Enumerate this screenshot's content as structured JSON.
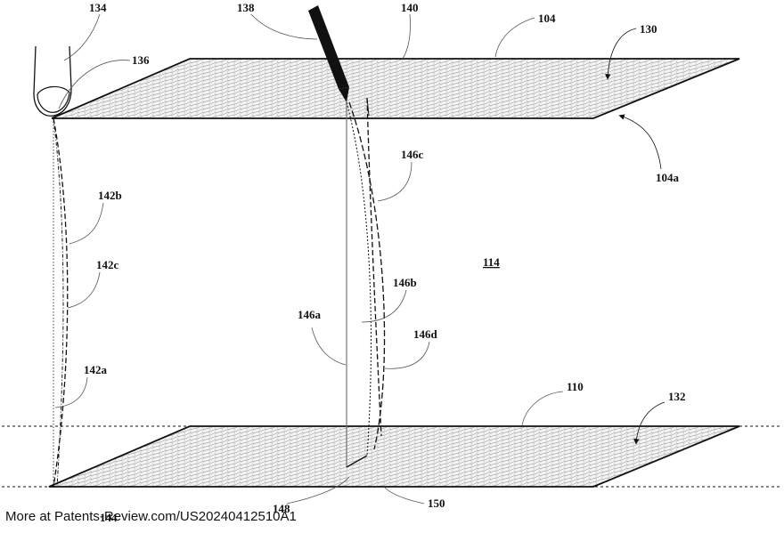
{
  "labels": {
    "r104": "104",
    "r104a": "104a",
    "r110": "110",
    "r114": "114",
    "r130": "130",
    "r132": "132",
    "r134": "134",
    "r136": "136",
    "r138": "138",
    "r140": "140",
    "r142a": "142a",
    "r142b": "142b",
    "r142c": "142c",
    "r144": "144",
    "r146a": "146a",
    "r146b": "146b",
    "r146c": "146c",
    "r146d": "146d",
    "r148": "148",
    "r150": "150"
  },
  "footer": "More at Patents-Review.com/US20240412510A1"
}
